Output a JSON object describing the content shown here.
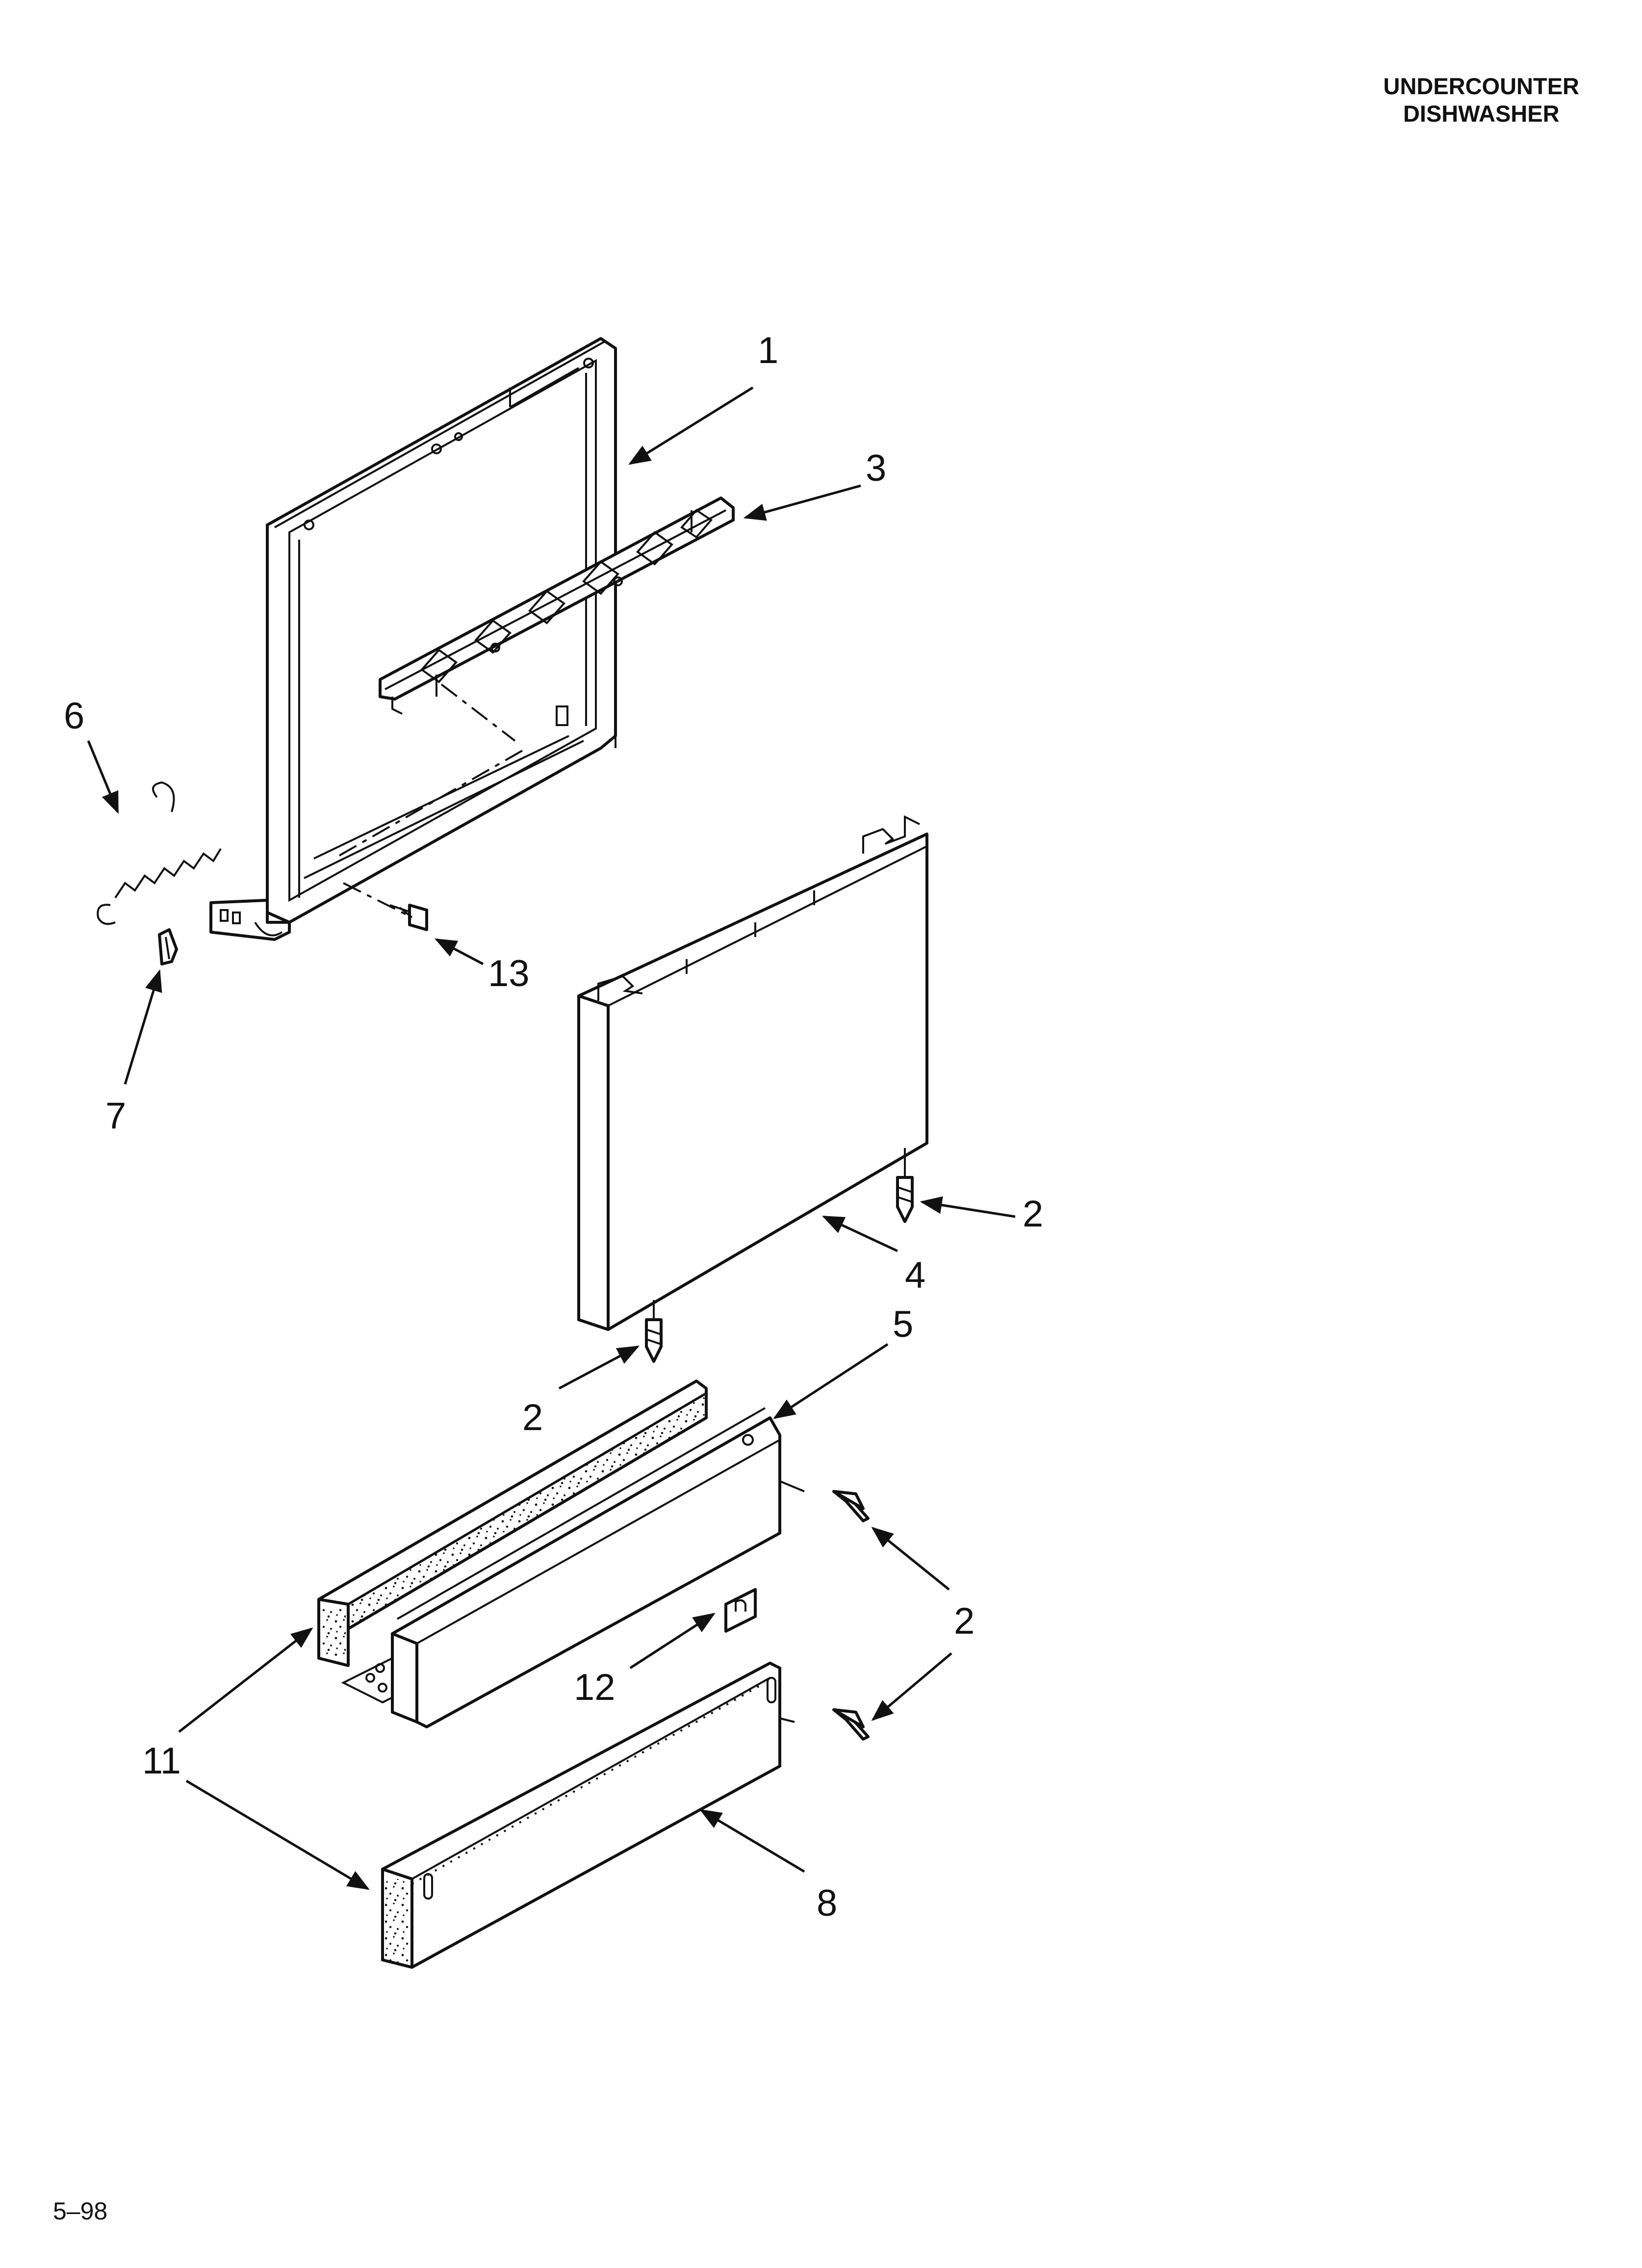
{
  "header": {
    "line1": "UNDERCOUNTER",
    "line2": "DISHWASHER"
  },
  "footer": {
    "code": "5–98"
  },
  "callouts": [
    {
      "id": "c1",
      "label": "1"
    },
    {
      "id": "c3",
      "label": "3"
    },
    {
      "id": "c6",
      "label": "6"
    },
    {
      "id": "c13",
      "label": "13"
    },
    {
      "id": "c7",
      "label": "7"
    },
    {
      "id": "c2a",
      "label": "2"
    },
    {
      "id": "c4",
      "label": "4"
    },
    {
      "id": "c5",
      "label": "5"
    },
    {
      "id": "c2b",
      "label": "2"
    },
    {
      "id": "c2c",
      "label": "2"
    },
    {
      "id": "c12",
      "label": "12"
    },
    {
      "id": "c11",
      "label": "11"
    },
    {
      "id": "c8",
      "label": "8"
    }
  ]
}
